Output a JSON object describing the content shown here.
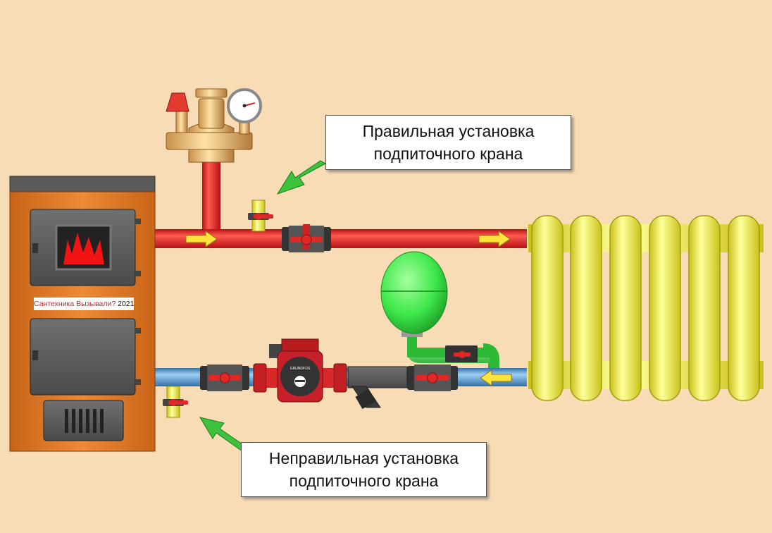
{
  "callouts": {
    "correct": {
      "line1": "Правильная установка",
      "line2": "подпиточного крана"
    },
    "incorrect": {
      "line1": "Неправильная установка",
      "line2": "подпиточного крана"
    }
  },
  "boiler": {
    "plate_text": "Сантехника Вызывали?",
    "plate_year": "2021г."
  },
  "pump": {
    "brand": "GRUNDFOS"
  },
  "colors": {
    "background": "#f8dcb6",
    "supply_pipe": "#e8262a",
    "return_pipe": "#5aa6de",
    "radiator": "#f6f24a",
    "expansion_tank": "#3ee84a",
    "boiler": "#e07a26",
    "arrow": "#3cc23c"
  }
}
